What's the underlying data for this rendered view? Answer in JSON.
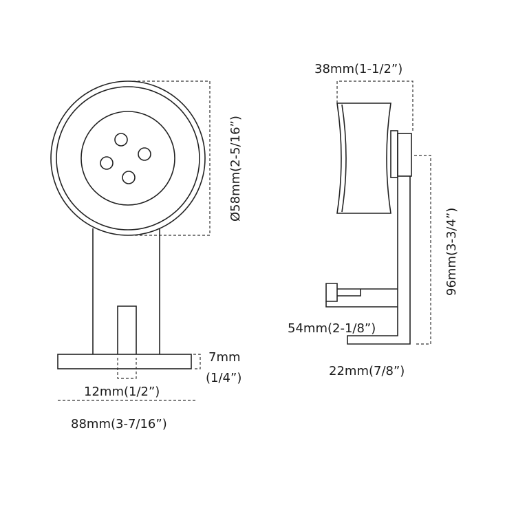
{
  "dimensions": {
    "wheel_diameter": "Ø58mm(2-5/16”)",
    "wheel_width": "38mm(1-1/2”)",
    "height": "96mm(3-3/4”)",
    "bracket_depth": "54mm(2-1/8”)",
    "base_depth": "22mm(7/8”)",
    "base_thickness_mm": "7mm",
    "base_thickness_in": "(1/4”)",
    "slot_width": "12mm(1/2”)",
    "base_width": "88mm(3-7/16”)"
  },
  "colors": {
    "line": "#222222",
    "background": "#ffffff"
  }
}
